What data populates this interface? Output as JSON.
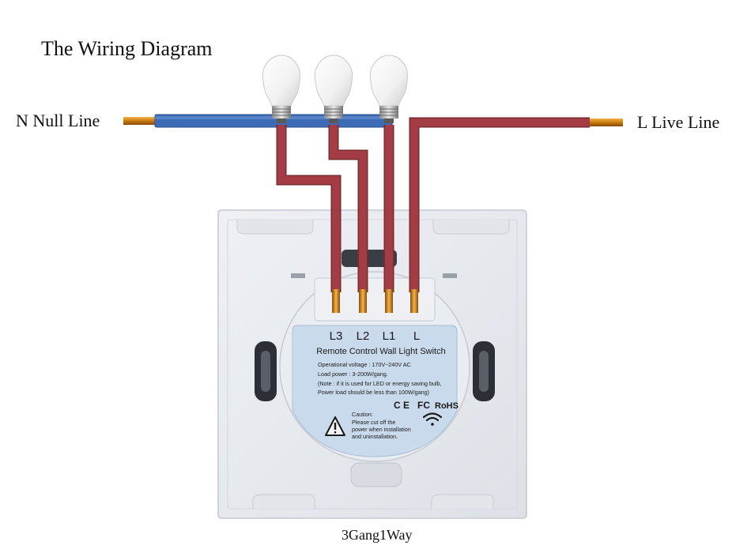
{
  "title": "The Wiring Diagram",
  "null_label": "N Null Line",
  "live_label": "L Live Line",
  "caption": "3Gang1Way",
  "terminals": [
    "L3",
    "L2",
    "L1",
    "L"
  ],
  "label": {
    "heading": "Remote Control Wall Light Switch",
    "specs": [
      "Operational voltage : 170V~240V AC",
      "Load power : 3-200W/gang.",
      "(Note : if it is used for LED or energy saving bulb,",
      "Power load should be less than 100W/gang)"
    ],
    "cert_ce": "C E",
    "cert_fc": "FC",
    "cert_rohs": "RoHS",
    "caution": [
      "Caution:",
      "Please cut off the",
      "power when installation",
      "and uninstallation."
    ]
  },
  "colors": {
    "null_wire": "#3d6bb5",
    "live_wire": "#a33c44",
    "copper": "#d98d1a",
    "panel": "#e6e9ee",
    "label_plate": "#c9daec"
  }
}
